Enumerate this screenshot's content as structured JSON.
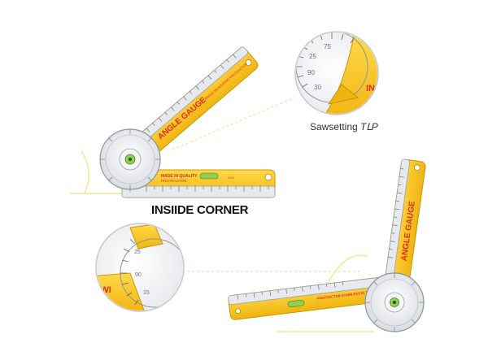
{
  "captions": {
    "inside_corner": "INSIIDE CORNER",
    "sawsetting_word": "Sawsetting",
    "sawsetting_suffix": "TԼP"
  },
  "tool_prints": {
    "arm_title_top": "ANGLE GAUGE",
    "arm_small_top": "ANGLE MEASURING PROTRACTOR",
    "base_text_top": "MADE IN QUALITY",
    "base_sub_top": "PROTRACTOR",
    "arm_title_bottom": "ANGLE GAUGE",
    "base_text_bottom": "PROTRACTOR STAINLESS IN THE RULER",
    "zoom_top_text": "INE",
    "zoom_bottom_text": "SWI"
  },
  "colors": {
    "yellow": "#f5c21b",
    "yellow_dark": "#e0a80c",
    "red_print": "#d9301c",
    "dial": "#eceff3",
    "ruler": "#e9ecef",
    "guide_line": "#efe48a"
  },
  "icons": [
    "level-bubble-icon",
    "dial-pivot-icon"
  ]
}
